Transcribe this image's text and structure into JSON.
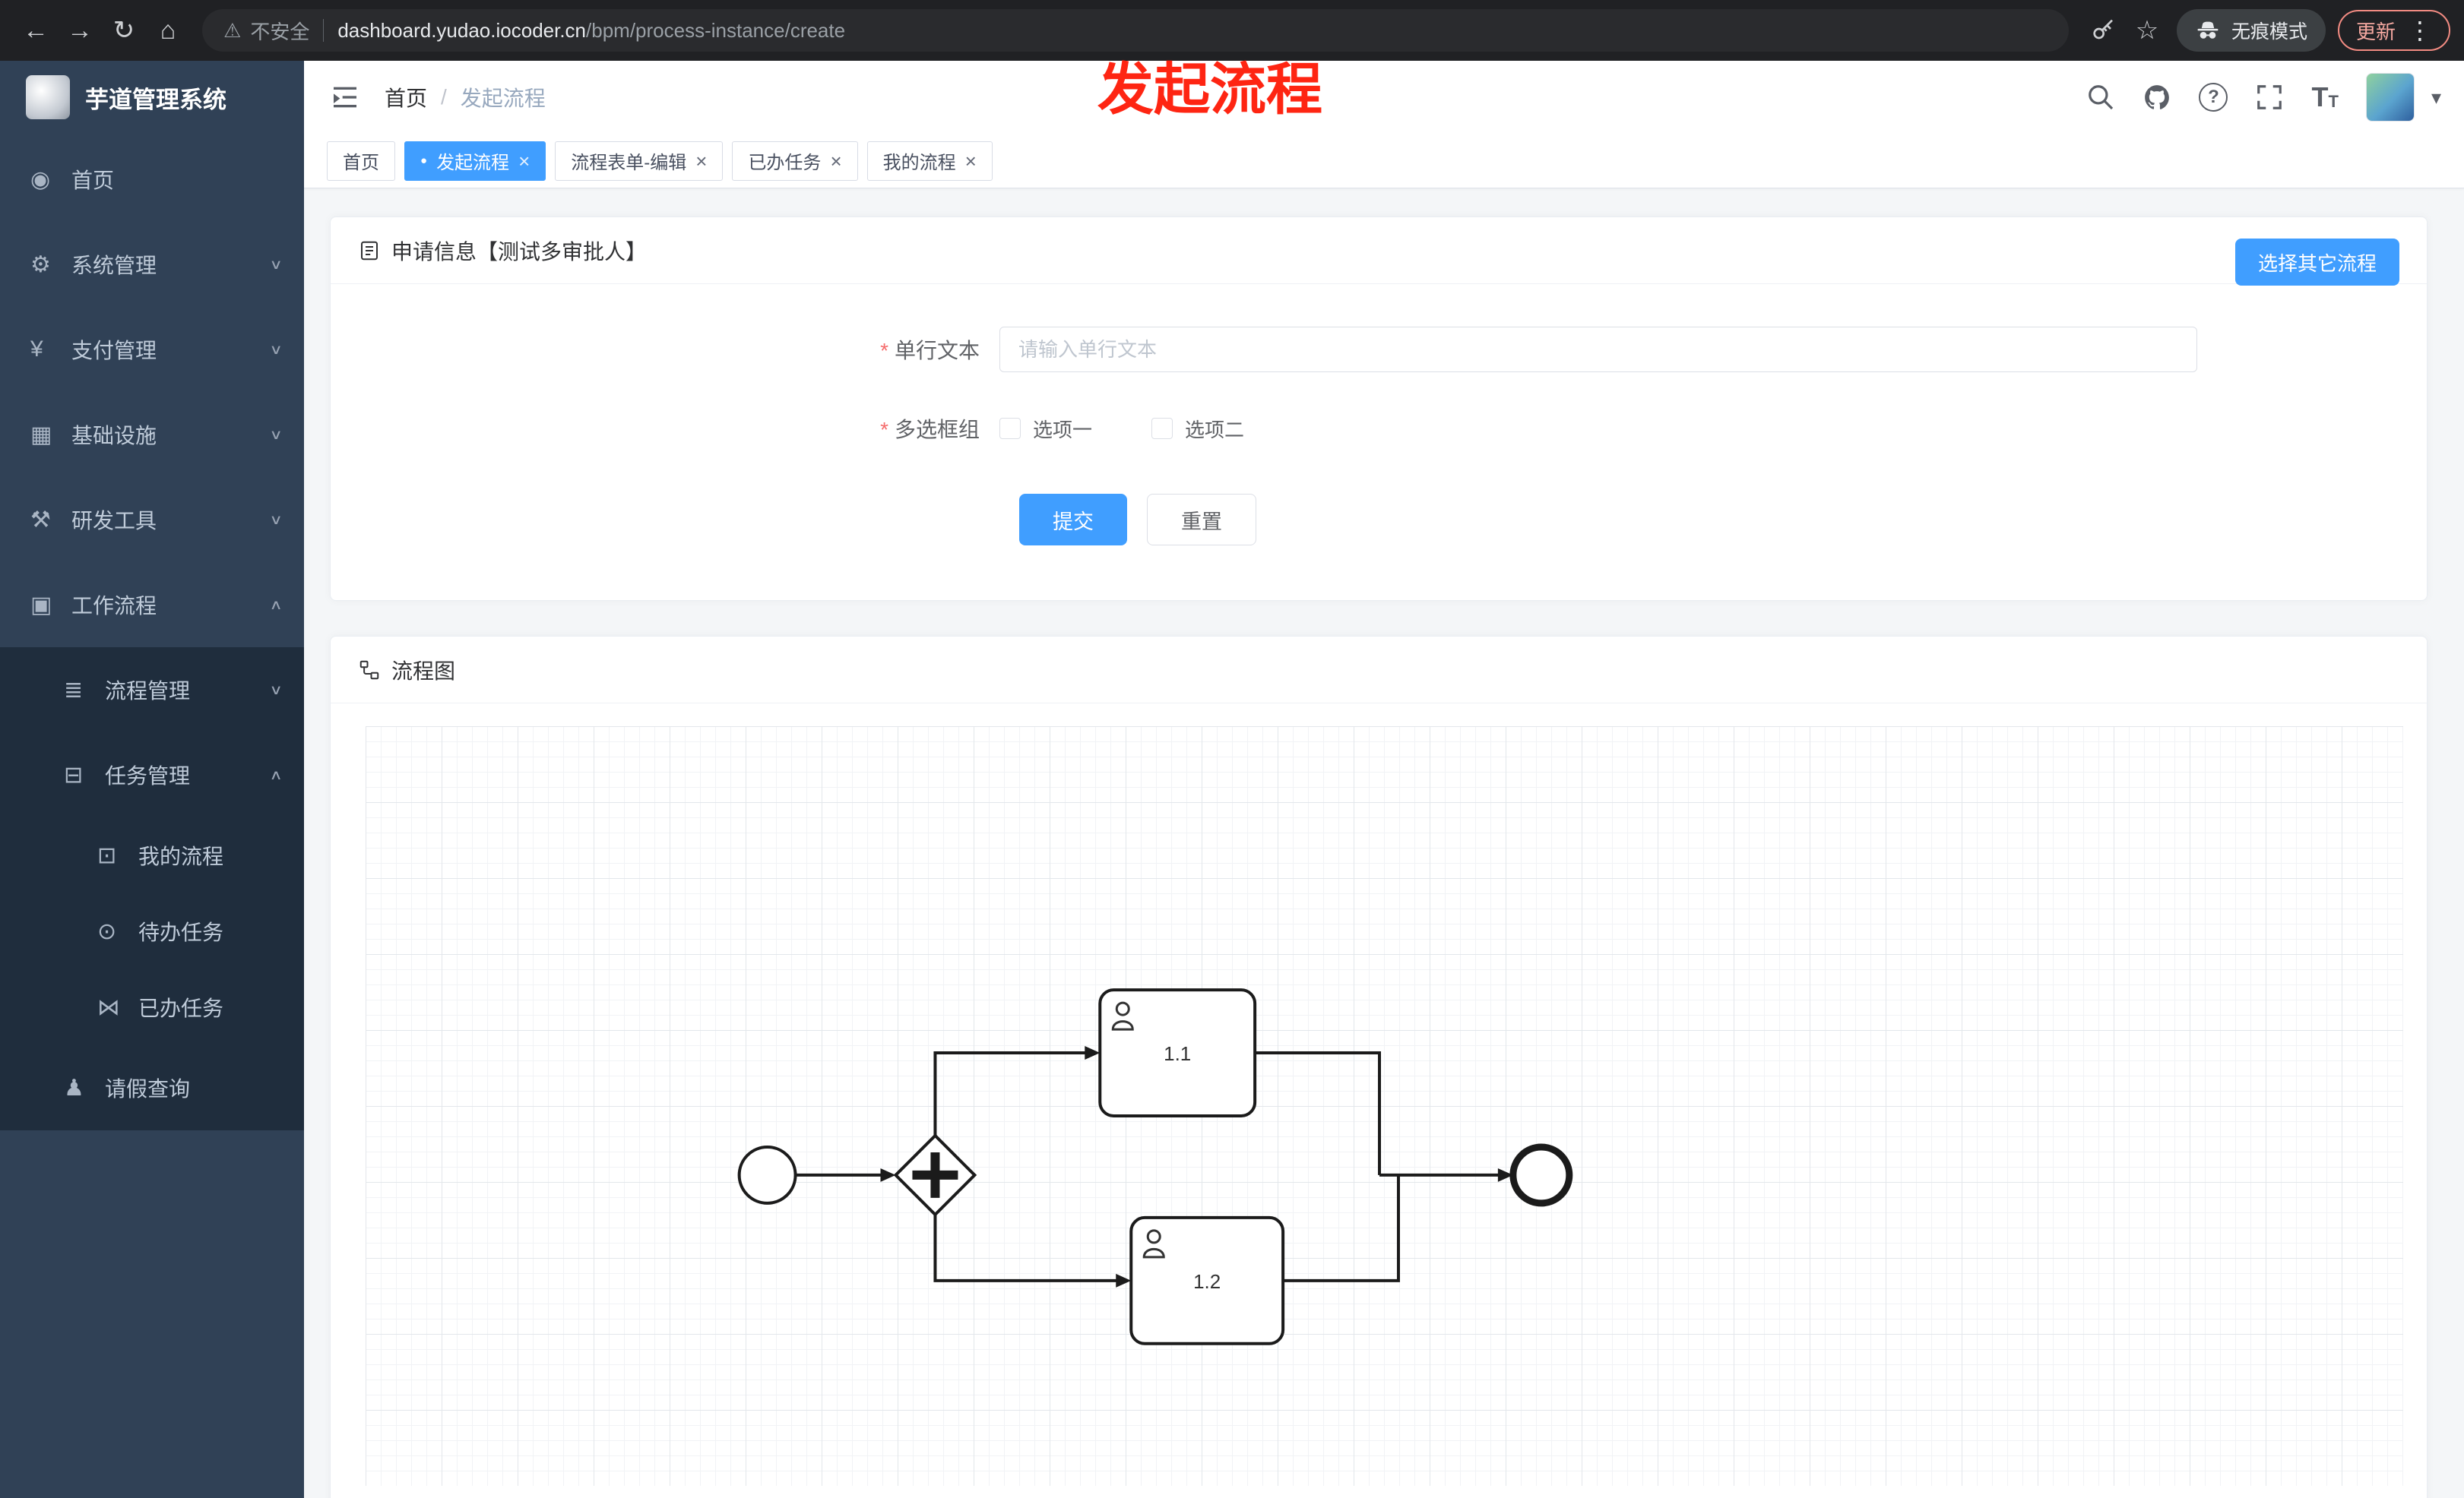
{
  "browser": {
    "not_secure": "不安全",
    "url_host": "dashboard.yudao.iocoder.cn",
    "url_path": "/bpm/process-instance/create",
    "incognito_label": "无痕模式",
    "update_label": "更新"
  },
  "sidebar": {
    "logo_title": "芋道管理系统",
    "items": [
      {
        "label": "首页",
        "icon": "dashboard-icon",
        "glyph": "◉",
        "level": 1
      },
      {
        "label": "系统管理",
        "icon": "gear-icon",
        "glyph": "⚙",
        "level": 1,
        "expanded": false
      },
      {
        "label": "支付管理",
        "icon": "yen-icon",
        "glyph": "¥",
        "level": 1,
        "expanded": false
      },
      {
        "label": "基础设施",
        "icon": "infrastructure-icon",
        "glyph": "▦",
        "level": 1,
        "expanded": false
      },
      {
        "label": "研发工具",
        "icon": "tools-icon",
        "glyph": "⚒",
        "level": 1,
        "expanded": false
      },
      {
        "label": "工作流程",
        "icon": "workflow-icon",
        "glyph": "▣",
        "level": 1,
        "expanded": true
      },
      {
        "label": "流程管理",
        "icon": "process-mgmt-icon",
        "glyph": "≣",
        "level": 2,
        "expanded": false
      },
      {
        "label": "任务管理",
        "icon": "task-mgmt-icon",
        "glyph": "⊟",
        "level": 2,
        "expanded": true
      },
      {
        "label": "我的流程",
        "icon": "my-process-icon",
        "glyph": "⊡",
        "level": 3
      },
      {
        "label": "待办任务",
        "icon": "todo-task-icon",
        "glyph": "⊙",
        "level": 3
      },
      {
        "label": "已办任务",
        "icon": "done-task-icon",
        "glyph": "⋈",
        "level": 3
      },
      {
        "label": "请假查询",
        "icon": "person-icon",
        "glyph": "♟",
        "level": 2
      }
    ]
  },
  "header": {
    "breadcrumb": [
      "首页",
      "发起流程"
    ],
    "annotation": "发起流程"
  },
  "tabs": [
    {
      "label": "首页",
      "active": false,
      "closable": false
    },
    {
      "label": "发起流程",
      "active": true,
      "closable": true
    },
    {
      "label": "流程表单-编辑",
      "active": false,
      "closable": true
    },
    {
      "label": "已办任务",
      "active": false,
      "closable": true
    },
    {
      "label": "我的流程",
      "active": false,
      "closable": true
    }
  ],
  "form_card": {
    "title": "申请信息【测试多审批人】",
    "select_other_button": "选择其它流程",
    "fields": [
      {
        "label": "单行文本",
        "required": true,
        "type": "input",
        "placeholder": "请输入单行文本",
        "value": ""
      },
      {
        "label": "多选框组",
        "required": true,
        "type": "checkbox-group",
        "options": [
          "选项一",
          "选项二"
        ],
        "checked": []
      }
    ],
    "submit_label": "提交",
    "reset_label": "重置"
  },
  "diagram_card": {
    "title": "流程图",
    "task1_label": "1.1",
    "task2_label": "1.2",
    "nodes": [
      "start-event",
      "parallel-gateway",
      "user-task-1.1",
      "user-task-1.2",
      "end-event"
    ]
  },
  "icons": {
    "back": "←",
    "forward": "→",
    "reload": "↻",
    "home": "⌂",
    "warning": "⚠",
    "star": "☆",
    "dots": "⋮",
    "caret": "▾",
    "active_dot": "●",
    "close": "×",
    "asterisk": "*",
    "breadcrumb_sep": "/",
    "chevron_down": "∨",
    "chevron_up": "∧",
    "help": "?",
    "font_large": "T",
    "font_small": "T"
  },
  "colors": {
    "primary": "#409eff",
    "sidebar_bg": "#304156",
    "submenu_bg": "#1f2d3d",
    "annotation_red": "#fe2512",
    "browser_bar": "#202124"
  }
}
